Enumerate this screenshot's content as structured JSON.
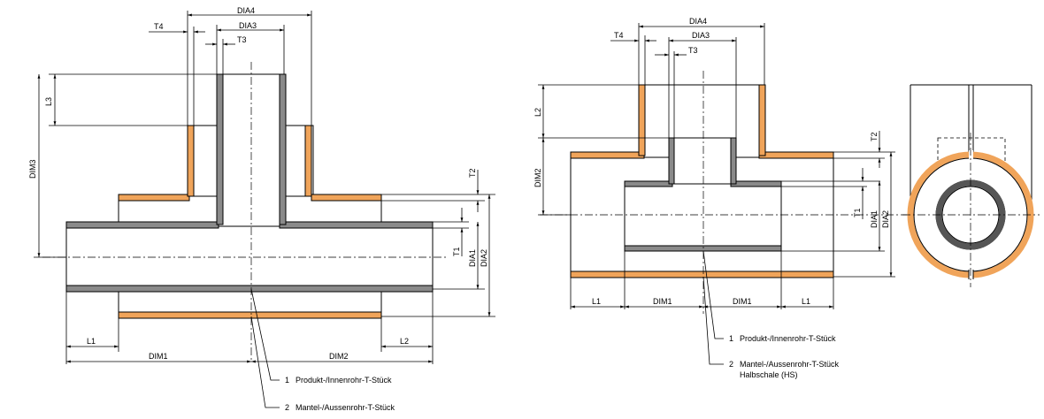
{
  "colors": {
    "inner_pipe": "#8a8a8a",
    "outer_pipe": "#f0a45a",
    "lines": "#000000",
    "background": "#ffffff"
  },
  "view1": {
    "dims": {
      "dia4": "DIA4",
      "dia3": "DIA3",
      "t3": "T3",
      "t4": "T4",
      "l3": "L3",
      "dim3": "DIM3",
      "t2": "T2",
      "t1": "T1",
      "dia1": "DIA1",
      "dia2": "DIA2",
      "l1": "L1",
      "l2": "L2",
      "dim1": "DIM1",
      "dim2": "DIM2"
    },
    "callouts": [
      {
        "num": "1",
        "text": "Produkt-/Innenrohr-T-Stück"
      },
      {
        "num": "2",
        "text": "Mantel-/Aussenrohr-T-Stück"
      }
    ]
  },
  "view2": {
    "dims": {
      "dia4": "DIA4",
      "dia3": "DIA3",
      "t3": "T3",
      "t4": "T4",
      "l2": "L2",
      "dim2": "DIM2",
      "t2": "T2",
      "t1": "T1",
      "dia1": "DIA1",
      "dia2": "DIA2",
      "l1_left": "L1",
      "dim1_left": "DIM1",
      "dim1_right": "DIM1",
      "l1_right": "L1"
    },
    "callouts": [
      {
        "num": "1",
        "text": "Produkt-/Innenrohr-T-Stück"
      },
      {
        "num": "2",
        "text": "Mantel-/Aussenrohr-T-Stück",
        "text2": "Halbschale (HS)"
      }
    ]
  }
}
